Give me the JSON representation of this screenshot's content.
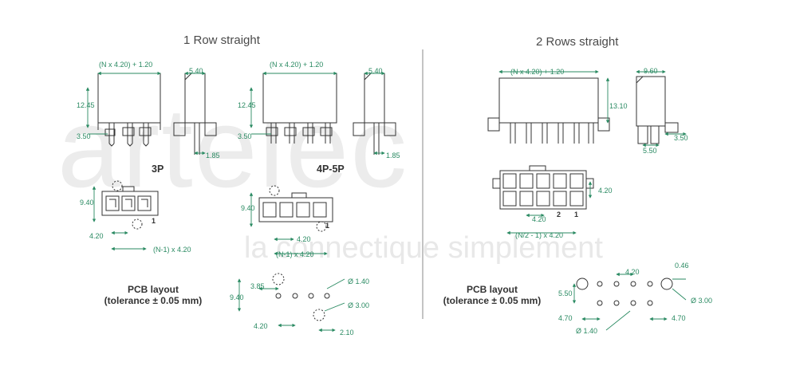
{
  "watermark": {
    "brand": "artelec",
    "tagline": "la connectique simplement"
  },
  "sections": {
    "left_title": "1 Row straight",
    "right_title": "2 Rows straight",
    "label_3p": "3P",
    "label_4p5p": "4P-5P",
    "pcb_left_line1": "PCB layout",
    "pcb_left_line2": "(tolerance ± 0.05 mm)",
    "pcb_right_line1": "PCB layout",
    "pcb_right_line2": "(tolerance ± 0.05 mm)"
  },
  "dims": {
    "width_formula": "(N x 4.20) + 1.20",
    "width_formula_2row": "(N x 4.20) + 1.20",
    "d540": "5.40",
    "d1245": "12.45",
    "d350": "3.50",
    "d185": "1.85",
    "d960": "9.60",
    "d1310": "13.10",
    "d550": "5.50",
    "d940": "9.40",
    "d420": "4.20",
    "pitch_n1": "(N-1) x 4.20",
    "pitch_n2": "(N/2 - 1) x 4.20",
    "d385": "3.85",
    "d210": "2.10",
    "d470": "4.70",
    "d046": "0.46",
    "phi140": "Ø 1.40",
    "phi300": "Ø 3.00",
    "pin1": "1",
    "pin2": "2"
  },
  "colors": {
    "dim": "#2a8a62",
    "line": "#333333",
    "watermark": "#e6e6e6"
  }
}
